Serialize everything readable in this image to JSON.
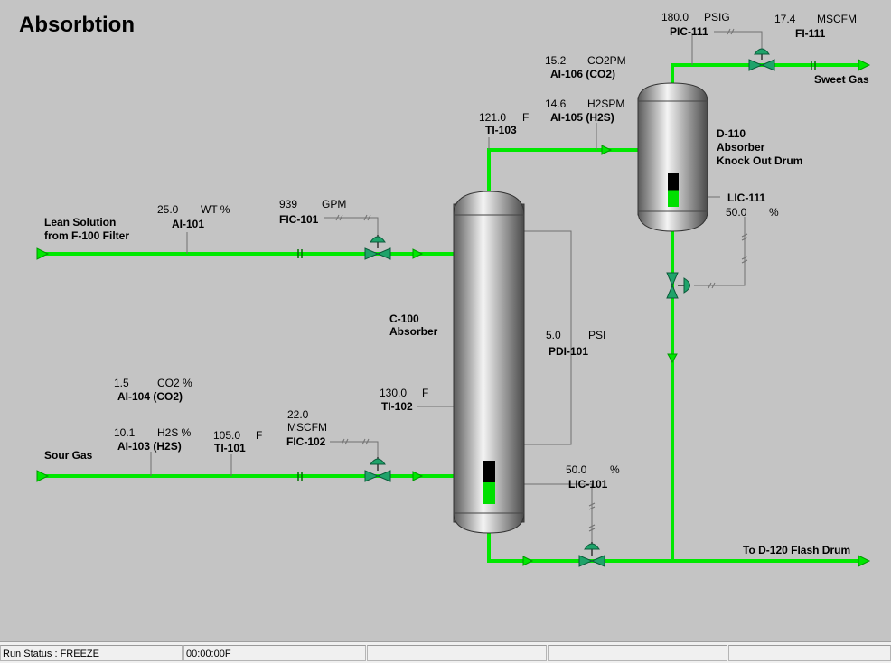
{
  "title": "Absorbtion",
  "equipment": {
    "c100": {
      "tag": "C-100",
      "name": "Absorber"
    },
    "d110": {
      "tag": "D-110",
      "name1": "Absorber",
      "name2": "Knock Out Drum"
    }
  },
  "streams": {
    "lean": {
      "line1": "Lean Solution",
      "line2": "from F-100 Filter"
    },
    "sour": "Sour Gas",
    "sweet": "Sweet Gas",
    "flash": "To D-120 Flash Drum"
  },
  "instruments": {
    "ai101": {
      "tag": "AI-101",
      "value": "25.0",
      "unit": "WT %"
    },
    "fic101": {
      "tag": "FIC-101",
      "value": "939",
      "unit": "GPM"
    },
    "ai104": {
      "tag": "AI-104 (CO2)",
      "value": "1.5",
      "unit": "CO2 %"
    },
    "ai103": {
      "tag": "AI-103 (H2S)",
      "value": "10.1",
      "unit": "H2S %"
    },
    "ti101": {
      "tag": "TI-101",
      "value": "105.0",
      "unit": "F"
    },
    "fic102": {
      "tag": "FIC-102",
      "value": "22.0",
      "unit": "MSCFM"
    },
    "ti102": {
      "tag": "TI-102",
      "value": "130.0",
      "unit": "F"
    },
    "ti103": {
      "tag": "TI-103",
      "value": "121.0",
      "unit": "F"
    },
    "pdi101": {
      "tag": "PDI-101",
      "value": "5.0",
      "unit": "PSI"
    },
    "lic101": {
      "tag": "LIC-101",
      "value": "50.0",
      "unit": "%"
    },
    "ai106": {
      "tag": "AI-106 (CO2)",
      "value": "15.2",
      "unit": "CO2PM"
    },
    "ai105": {
      "tag": "AI-105 (H2S)",
      "value": "14.6",
      "unit": "H2SPM"
    },
    "pic111": {
      "tag": "PIC-111",
      "value": "180.0",
      "unit": "PSIG"
    },
    "fi111": {
      "tag": "FI-111",
      "value": "17.4",
      "unit": "MSCFM"
    },
    "lic111": {
      "tag": "LIC-111",
      "value": "50.0",
      "unit": "%"
    }
  },
  "levels": {
    "c100": 0.5,
    "d110": 0.5
  },
  "statusbar": {
    "run_status": "Run Status : FREEZE",
    "time": "00:00:00F"
  },
  "colors": {
    "background": "#c4c4c4",
    "pipe": "#00e800",
    "valve": "#1fa36a",
    "level": "#00e000"
  }
}
